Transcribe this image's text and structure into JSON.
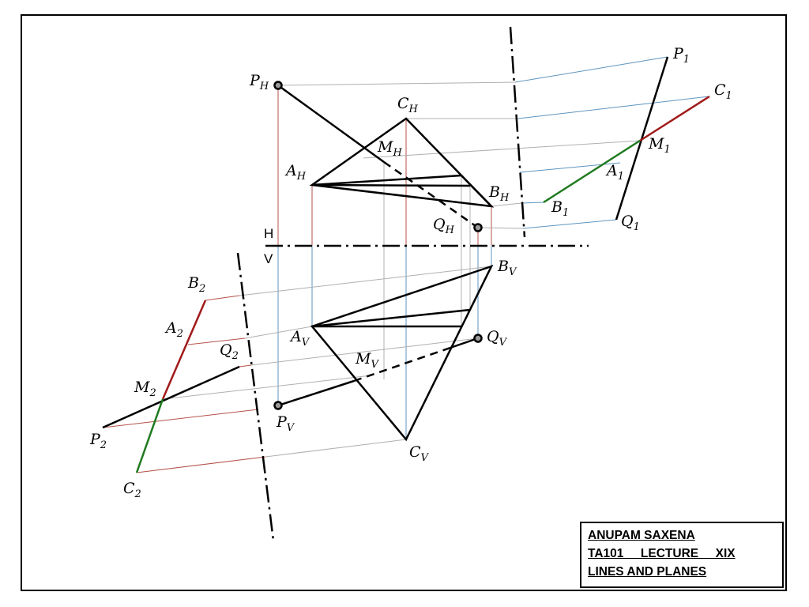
{
  "axis": {
    "h_label": "H",
    "v_label": "V"
  },
  "points": {
    "P_H": {
      "base": "P",
      "sub": "H"
    },
    "C_H": {
      "base": "C",
      "sub": "H"
    },
    "M_H": {
      "base": "M",
      "sub": "H"
    },
    "A_H": {
      "base": "A",
      "sub": "H"
    },
    "B_H": {
      "base": "B",
      "sub": "H"
    },
    "Q_H": {
      "base": "Q",
      "sub": "H"
    },
    "P_1": {
      "base": "P",
      "sub": "1"
    },
    "C_1": {
      "base": "C",
      "sub": "1"
    },
    "M_1": {
      "base": "M",
      "sub": "1"
    },
    "A_1": {
      "base": "A",
      "sub": "1"
    },
    "B_1": {
      "base": "B",
      "sub": "1"
    },
    "Q_1": {
      "base": "Q",
      "sub": "1"
    },
    "B_V": {
      "base": "B",
      "sub": "V"
    },
    "A_V": {
      "base": "A",
      "sub": "V"
    },
    "Q_V": {
      "base": "Q",
      "sub": "V"
    },
    "M_V": {
      "base": "M",
      "sub": "V"
    },
    "P_V": {
      "base": "P",
      "sub": "V"
    },
    "C_V": {
      "base": "C",
      "sub": "V"
    },
    "B_2": {
      "base": "B",
      "sub": "2"
    },
    "A_2": {
      "base": "A",
      "sub": "2"
    },
    "Q_2": {
      "base": "Q",
      "sub": "2"
    },
    "M_2": {
      "base": "M",
      "sub": "2"
    },
    "P_2": {
      "base": "P",
      "sub": "2"
    },
    "C_2": {
      "base": "C",
      "sub": "2"
    }
  },
  "title_block": {
    "line1": "ANUPAM SAXENA",
    "line2": "TA101     LECTURE     XIX",
    "line3": "LINES AND PLANES"
  },
  "colors": {
    "red": "#b5524a",
    "blue": "#5f95bf",
    "grey": "#b0b0b0",
    "dark_red": "#a11a1a",
    "green": "#1f7a1f"
  }
}
